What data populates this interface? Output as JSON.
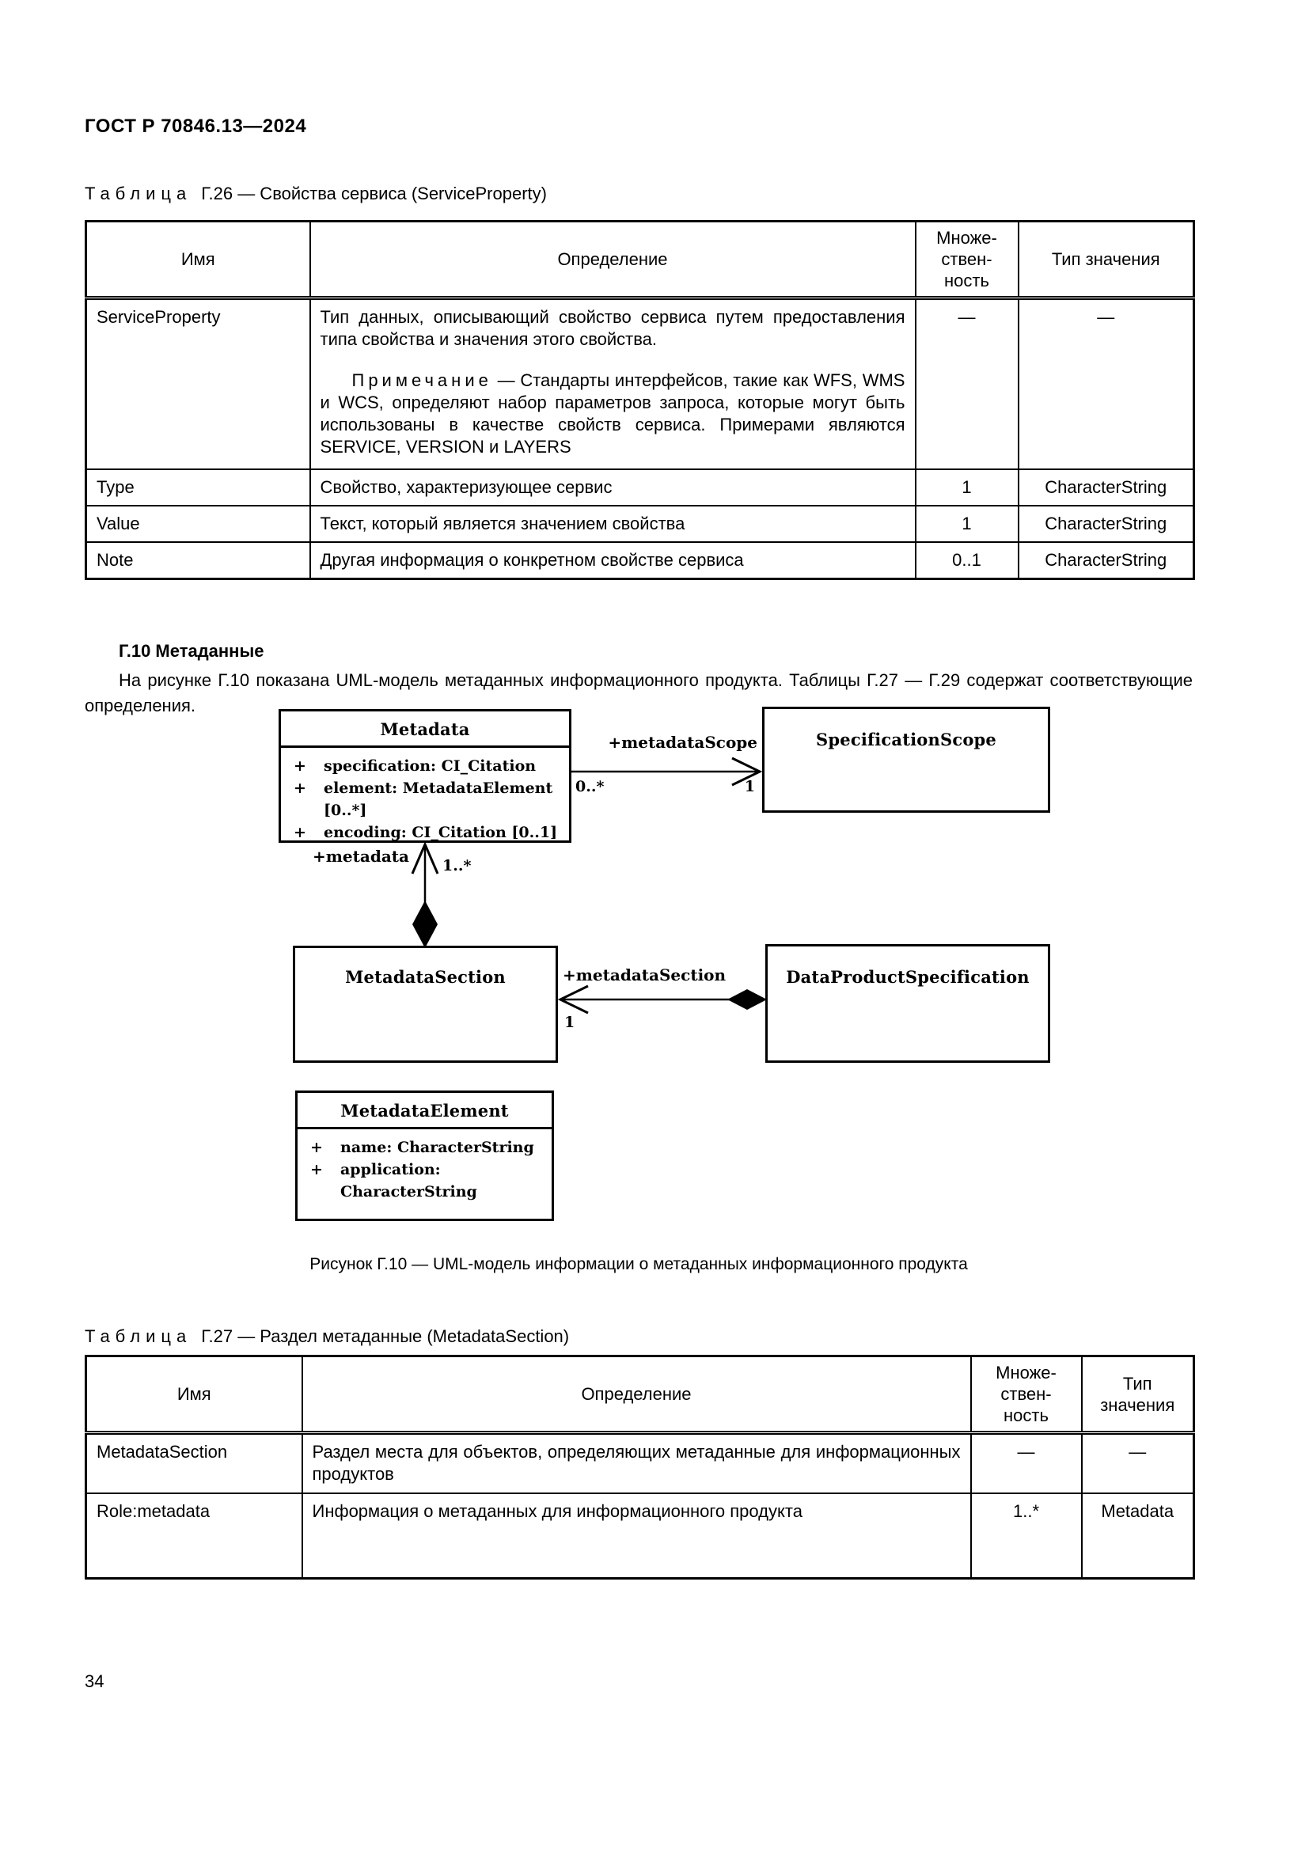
{
  "page": {
    "standard_code": "ГОСТ Р 70846.13—2024",
    "page_number": "34"
  },
  "table_g26": {
    "caption_word": "Таблица",
    "caption_text": "Г.26 — Свойства сервиса (ServiceProperty)",
    "headers": {
      "name": "Имя",
      "definition": "Определение",
      "multiplicity": "Множе-\nствен-\nность",
      "value_type": "Тип значения"
    },
    "rows": [
      {
        "name": "ServiceProperty",
        "definition": "Тип данных, описывающий свойство сервиса путем предоставления типа свойства и значения этого свойства.",
        "note_label": "Примечание",
        "note_text": "— Стандарты интерфейсов, такие как WFS, WMS и WCS, определяют набор параметров запроса, которые могут быть использованы в качестве свойств сервиса. Примерами являются SERVICE, VERSION и LAYERS",
        "multiplicity": "—",
        "value_type": "—"
      },
      {
        "name": "Type",
        "definition": "Свойство, характеризующее сервис",
        "multiplicity": "1",
        "value_type": "CharacterString"
      },
      {
        "name": "Value",
        "definition": "Текст, который является значением свойства",
        "multiplicity": "1",
        "value_type": "CharacterString"
      },
      {
        "name": "Note",
        "definition": "Другая информация о конкретном свойстве сервиса",
        "multiplicity": "0..1",
        "value_type": "CharacterString"
      }
    ]
  },
  "section": {
    "heading": "Г.10 Метаданные",
    "paragraph": "На рисунке Г.10 показана UML-модель метаданных информационного продукта. Таблицы Г.27 — Г.29 содержат соответствующие определения."
  },
  "diagram": {
    "classes": {
      "metadata": {
        "title": "Metadata",
        "attributes": [
          {
            "vis": "+",
            "text": "specification: CI_Citation"
          },
          {
            "vis": "+",
            "text": "element: MetadataElement [0..*]"
          },
          {
            "vis": "+",
            "text": "encoding: CI_Citation [0..1]"
          }
        ]
      },
      "specification_scope": {
        "title": "SpecificationScope"
      },
      "metadata_section": {
        "title": "MetadataSection"
      },
      "data_product_specification": {
        "title": "DataProductSpecification"
      },
      "metadata_element": {
        "title": "MetadataElement",
        "attributes": [
          {
            "vis": "+",
            "text": "name: CharacterString"
          },
          {
            "vis": "+",
            "text": "application: CharacterString"
          }
        ]
      }
    },
    "associations": {
      "metadata_scope": {
        "role": "+metadataScope",
        "source_multiplicity": "0..*",
        "target_multiplicity": "1"
      },
      "metadata": {
        "role": "+metadata",
        "multiplicity": "1..*"
      },
      "metadata_section": {
        "role": "+metadataSection",
        "multiplicity": "1"
      }
    },
    "figure_caption": "Рисунок Г.10 — UML-модель информации о метаданных информационного продукта"
  },
  "table_g27": {
    "caption_word": "Таблица",
    "caption_text": "Г.27 — Раздел метаданные (MetadataSection)",
    "headers": {
      "name": "Имя",
      "definition": "Определение",
      "multiplicity": "Множе-\nствен-\nность",
      "value_type": "Тип\nзначения"
    },
    "rows": [
      {
        "name": "MetadataSection",
        "definition": "Раздел места для объектов, определяющих метаданные для информационных продуктов",
        "multiplicity": "—",
        "value_type": "—"
      },
      {
        "name": "Role:metadata",
        "definition": "Информация о метаданных для информационного продукта",
        "multiplicity": "1..*",
        "value_type": "Metadata"
      }
    ]
  }
}
